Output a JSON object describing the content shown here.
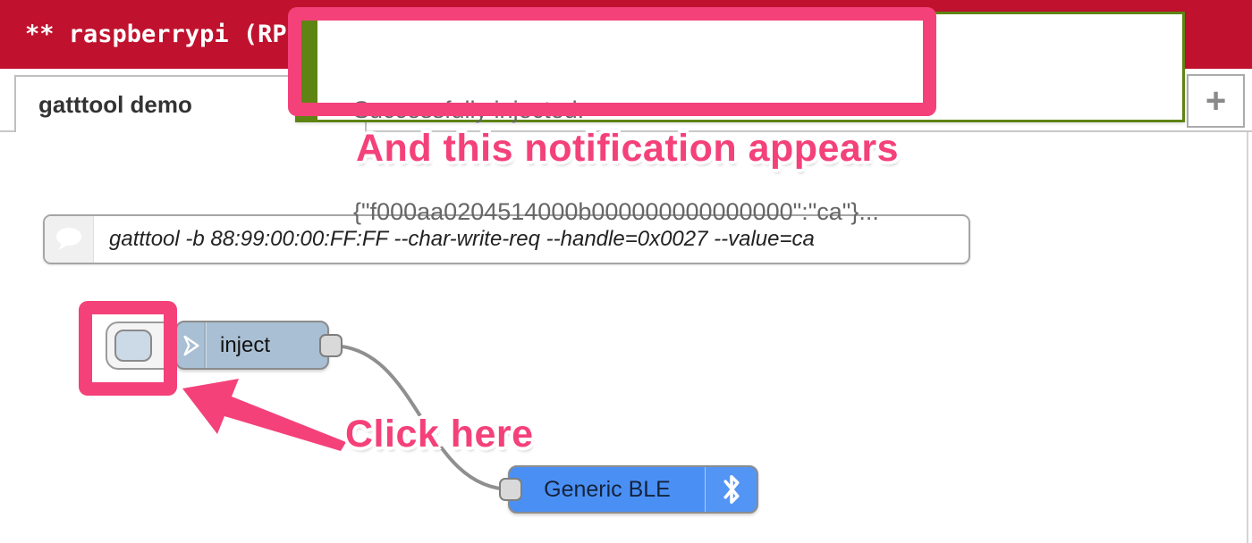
{
  "header": {
    "title": "** raspberrypi (RP",
    "bg_color": "#c0122e"
  },
  "tabs": {
    "active_label": "gatttool demo",
    "add_label": "+"
  },
  "notification": {
    "line1": "Successfully injected:",
    "line2": "{\"f000aa0204514000b000000000000000\":\"ca\"}...",
    "accent_color": "#5e8414"
  },
  "annotations": {
    "notification_label": "And this notification appears",
    "click_label": "Click here",
    "highlight_color": "#f4417a"
  },
  "flow": {
    "comment_node": {
      "text": "gatttool -b 88:99:00:00:FF:FF --char-write-req --handle=0x0027 --value=ca"
    },
    "inject_node": {
      "label": "inject",
      "color": "#a9bfd3"
    },
    "ble_node": {
      "label": "Generic BLE",
      "color": "#4a90f4"
    }
  }
}
